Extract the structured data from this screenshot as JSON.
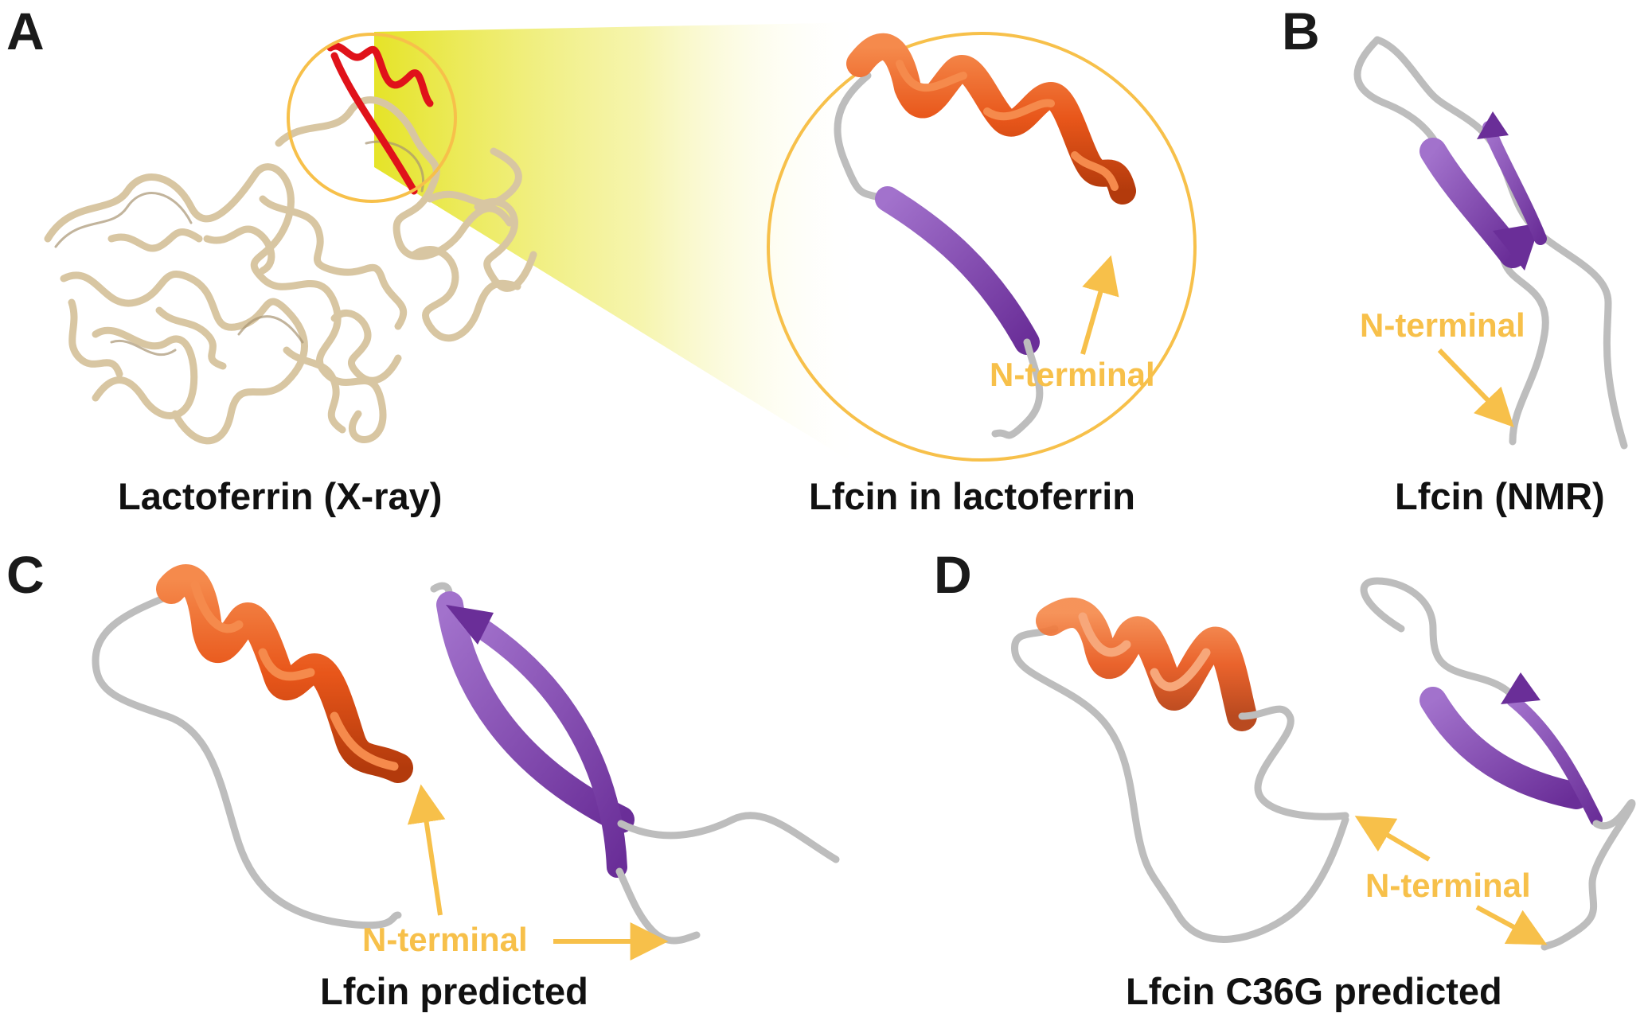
{
  "colors": {
    "helix": "#e8561a",
    "helix_light": "#ee8252",
    "helix_dark": "#b33a0c",
    "strand": "#7a3fa8",
    "strand_light": "#9a63c4",
    "loop": "#bdbdbd",
    "protein": "#d8c6a2",
    "protein_dark": "#a89472",
    "highlight": "#e0121a",
    "annotation": "#f7c04a",
    "zoom": "#e6e31a"
  },
  "panels": {
    "A": {
      "letter": "A",
      "caption_left": "Lactoferrin (X-ray)",
      "caption_right": "Lfcin in lactoferrin",
      "nterm": "N-terminal"
    },
    "B": {
      "letter": "B",
      "caption": "Lfcin (NMR)",
      "nterm": "N-terminal"
    },
    "C": {
      "letter": "C",
      "caption": "Lfcin predicted",
      "nterm": "N-terminal"
    },
    "D": {
      "letter": "D",
      "caption": "Lfcin C36G predicted",
      "nterm": "N-terminal"
    }
  }
}
